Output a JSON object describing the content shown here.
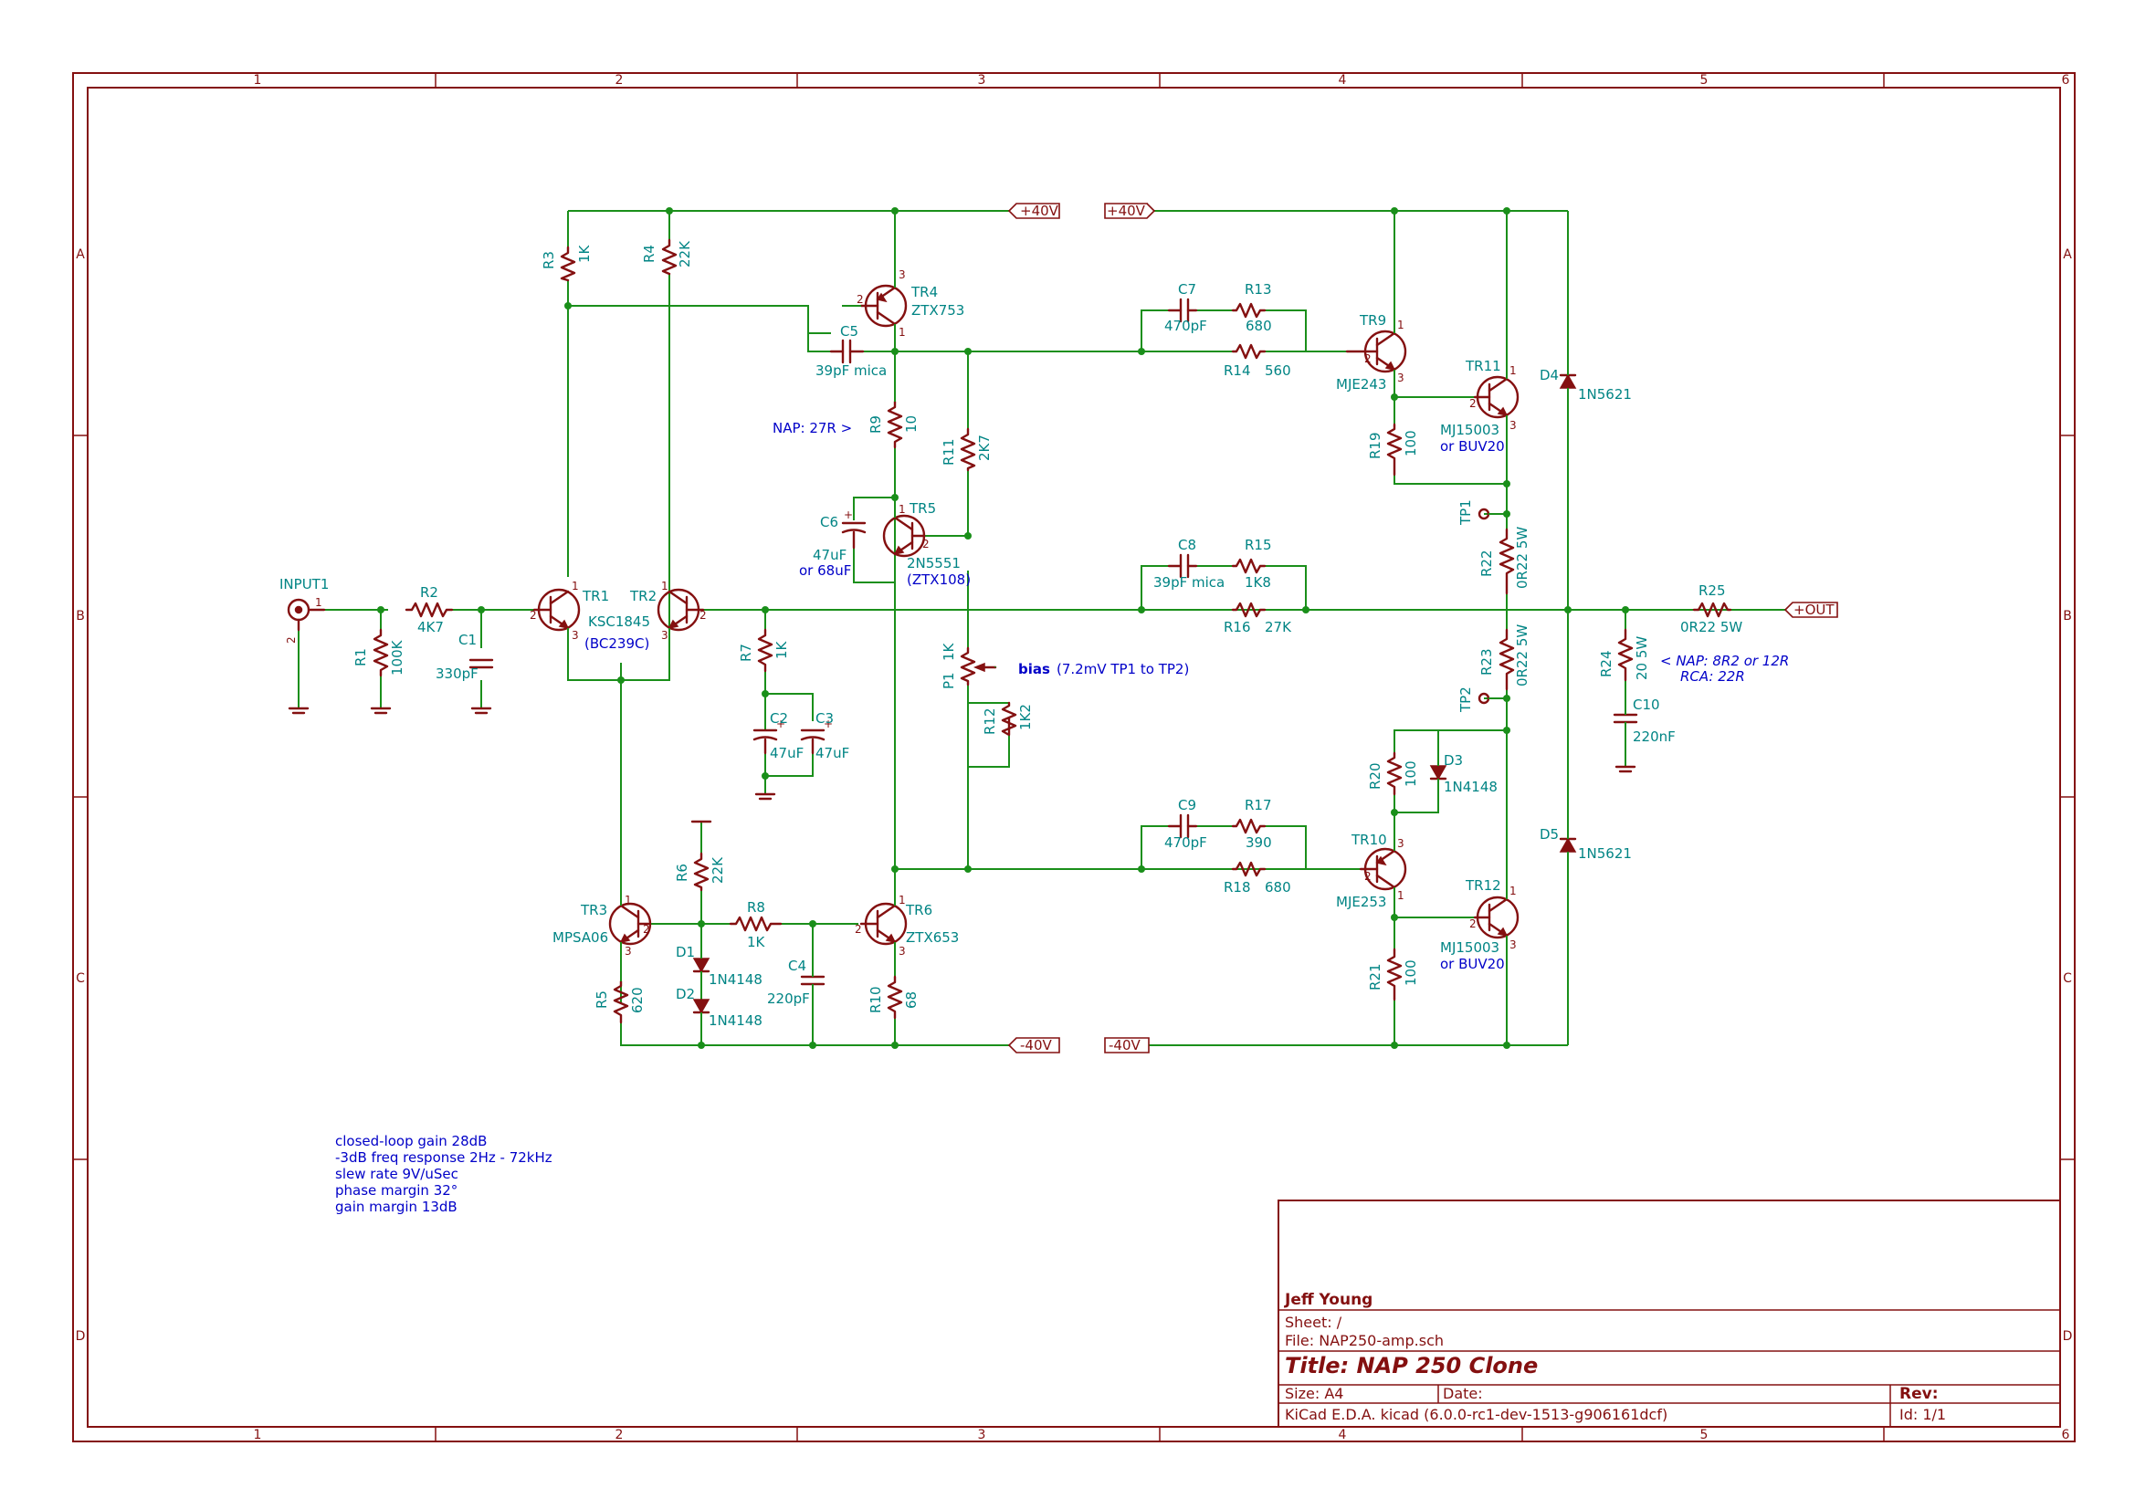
{
  "frame": {
    "cols": [
      "1",
      "2",
      "3",
      "4",
      "5",
      "6"
    ],
    "rows": [
      "A",
      "B",
      "C",
      "D"
    ]
  },
  "title_block": {
    "author": "Jeff Young",
    "sheet": "Sheet: /",
    "file": "File: NAP250-amp.sch",
    "title": "Title: NAP 250 Clone",
    "size": "Size: A4",
    "date": "Date:",
    "rev": "Rev:",
    "tool": "KiCad E.D.A.  kicad (6.0.0-rc1-dev-1513-g906161dcf)",
    "id": "Id: 1/1"
  },
  "notes": {
    "specs": [
      "closed-loop gain 28dB",
      "-3dB freq response 2Hz - 72kHz",
      "slew rate 9V/uSec",
      "phase margin 32°",
      "gain margin 13dB"
    ],
    "nap_r9": "NAP: 27R >",
    "bias_bold": "bias",
    "bias_rest": "(7.2mV TP1 to TP2)",
    "nap_r24": "< NAP: 8R2 or 12R",
    "rca_r24": "RCA: 22R"
  },
  "nets": {
    "pos40": "+40V",
    "neg40": "-40V",
    "out": "+OUT"
  },
  "components": {
    "input": {
      "ref": "INPUT1",
      "pin1": "1",
      "pin2": "2"
    },
    "R1": {
      "ref": "R1",
      "val": "100K"
    },
    "R2": {
      "ref": "R2",
      "val": "4K7"
    },
    "R3": {
      "ref": "R3",
      "val": "1K"
    },
    "R4": {
      "ref": "R4",
      "val": "22K"
    },
    "R5": {
      "ref": "R5",
      "val": "620"
    },
    "R6": {
      "ref": "R6",
      "val": "22K"
    },
    "R7": {
      "ref": "R7",
      "val": "1K"
    },
    "R8": {
      "ref": "R8",
      "val": "1K"
    },
    "R9": {
      "ref": "R9",
      "val": "10"
    },
    "R10": {
      "ref": "R10",
      "val": "68"
    },
    "R11": {
      "ref": "R11",
      "val": "2K7"
    },
    "R12": {
      "ref": "R12",
      "val": "1K2"
    },
    "R13": {
      "ref": "R13",
      "val": "680"
    },
    "R14": {
      "ref": "R14",
      "val": "560"
    },
    "R15": {
      "ref": "R15",
      "val": "1K8"
    },
    "R16": {
      "ref": "R16",
      "val": "27K"
    },
    "R17": {
      "ref": "R17",
      "val": "390"
    },
    "R18": {
      "ref": "R18",
      "val": "680"
    },
    "R19": {
      "ref": "R19",
      "val": "100"
    },
    "R20": {
      "ref": "R20",
      "val": "100"
    },
    "R21": {
      "ref": "R21",
      "val": "100"
    },
    "R22": {
      "ref": "R22",
      "val": "0R22 5W"
    },
    "R23": {
      "ref": "R23",
      "val": "0R22 5W"
    },
    "R24": {
      "ref": "R24",
      "val": "20 5W"
    },
    "R25": {
      "ref": "R25",
      "val": "0R22 5W"
    },
    "P1": {
      "ref": "P1",
      "val": "1K"
    },
    "C1": {
      "ref": "C1",
      "val": "330pF"
    },
    "C2": {
      "ref": "C2",
      "val": "47uF"
    },
    "C3": {
      "ref": "C3",
      "val": "47uF"
    },
    "C4": {
      "ref": "C4",
      "val": "220pF"
    },
    "C5": {
      "ref": "C5",
      "val": "39pF mica"
    },
    "C6": {
      "ref": "C6",
      "val": "47uF",
      "alt": "or 68uF"
    },
    "C7": {
      "ref": "C7",
      "val": "470pF"
    },
    "C8": {
      "ref": "C8",
      "val": "39pF mica"
    },
    "C9": {
      "ref": "C9",
      "val": "470pF"
    },
    "C10": {
      "ref": "C10",
      "val": "220nF"
    },
    "D1": {
      "ref": "D1",
      "val": "1N4148"
    },
    "D2": {
      "ref": "D2",
      "val": "1N4148"
    },
    "D3": {
      "ref": "D3",
      "val": "1N4148"
    },
    "D4": {
      "ref": "D4",
      "val": "1N5621"
    },
    "D5": {
      "ref": "D5",
      "val": "1N5621"
    },
    "TR1": {
      "ref": "TR1",
      "val": "KSC1845",
      "alt": "(BC239C)"
    },
    "TR2": {
      "ref": "TR2"
    },
    "TR3": {
      "ref": "TR3",
      "val": "MPSA06"
    },
    "TR4": {
      "ref": "TR4",
      "val": "ZTX753"
    },
    "TR5": {
      "ref": "TR5",
      "val": "2N5551",
      "alt": "(ZTX108)"
    },
    "TR6": {
      "ref": "TR6",
      "val": "ZTX653"
    },
    "TR9": {
      "ref": "TR9",
      "val": "MJE243"
    },
    "TR10": {
      "ref": "TR10",
      "val": "MJE253"
    },
    "TR11": {
      "ref": "TR11",
      "val": "MJ15003",
      "alt": "or BUV20"
    },
    "TR12": {
      "ref": "TR12",
      "val": "MJ15003",
      "alt": "or BUV20"
    },
    "TP1": {
      "ref": "TP1"
    },
    "TP2": {
      "ref": "TP2"
    }
  },
  "pins": {
    "p1": "1",
    "p2": "2",
    "p3": "3"
  }
}
